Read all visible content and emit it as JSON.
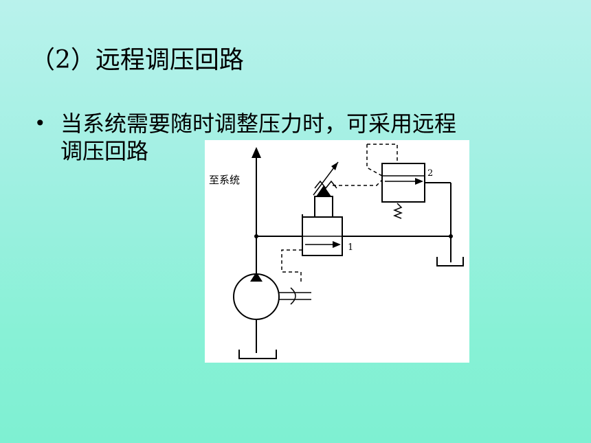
{
  "slide": {
    "title": "（2）远程调压回路",
    "bullet": {
      "marker": "•",
      "line1": "当系统需要随时调整压力时，可采用远程",
      "line2": "调压回路"
    }
  },
  "diagram": {
    "label_system": "至系统",
    "label_valve1": "1",
    "label_valve2": "2"
  }
}
